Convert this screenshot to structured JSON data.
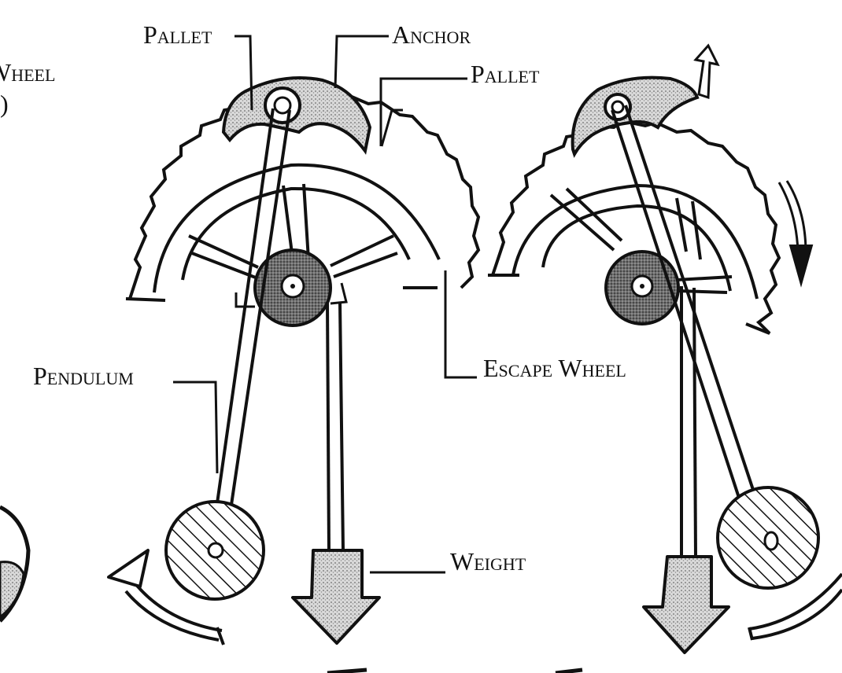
{
  "labels": {
    "pallet_left": "Pallet",
    "anchor": "Anchor",
    "pallet_right": "Pallet",
    "wheel_partial": "Wheel",
    "paren_partial": ")",
    "pendulum": "Pendulum",
    "escape_wheel": "Escape Wheel",
    "weight": "Weight"
  },
  "colors": {
    "ink": "#111111",
    "paper": "#ffffff",
    "stipple": "#8a8a8a",
    "hub_dark": "#5c5c5c"
  },
  "icons": {
    "rotation_arrows": "curved-arrow-icon",
    "weight_arrows": "down-arrow-icon"
  }
}
